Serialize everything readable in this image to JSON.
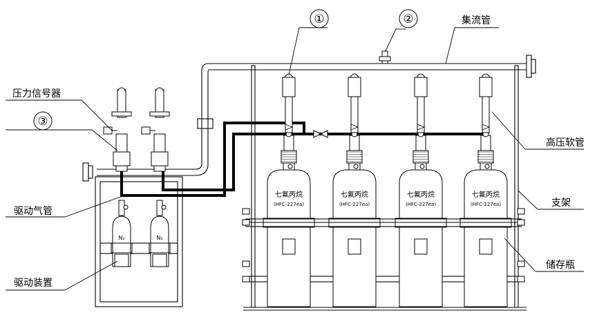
{
  "labels": {
    "header_pipe": "集流管",
    "pressure_switch": "压力信号器",
    "high_pressure_hose": "高压软管",
    "bracket": "支架",
    "drive_gas_pipe": "驱动气管",
    "storage_cylinder": "储存瓶",
    "drive_device": "驱动装置"
  },
  "callouts": {
    "c1": "①",
    "c2": "②",
    "c3": "③"
  },
  "cylinder": {
    "agent_name": "七氟丙烷",
    "agent_code": "(HFC-227ea)"
  },
  "drive_bottle": {
    "gas": "N₂"
  }
}
